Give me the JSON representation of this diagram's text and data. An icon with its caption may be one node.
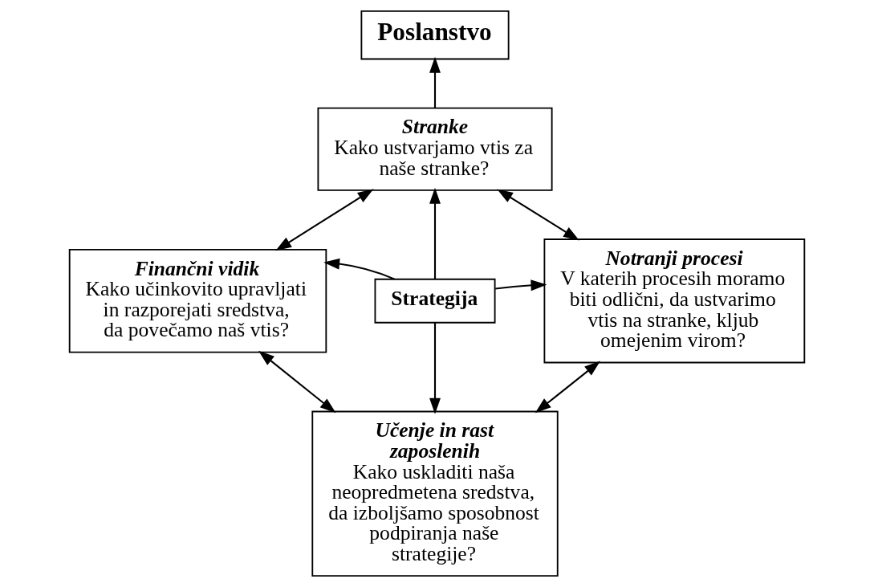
{
  "diagram": {
    "nodes": [
      {
        "text": [
          "Poslanstvo"
        ]
      },
      {
        "text": [
          "Stranke",
          "Kako ustvarjamo vtis za naše stranke?"
        ]
      },
      {
        "text": [
          "Finančni vidik",
          "Kako učinkovito upravljati in razporejati sredstva, da povečamo naš vtis?"
        ]
      },
      {
        "text": [
          "Strategija"
        ]
      },
      {
        "text": [
          "Notranji procesi",
          "V katerih procesih moramo biti odlični, da ustvarimo vtis na stranke, kljub omejenim virom?"
        ]
      },
      {
        "text": [
          "Učenje in rast zaposlenih",
          "Kako uskladiti naša neopredmetena sredstva, da izboljšamo sposobnost podpiranja naše strategije?"
        ]
      }
    ],
    "edges": [
      {
        "from": 1,
        "to": 0,
        "arrow": "to"
      },
      {
        "from": 3,
        "to": 1,
        "arrow": "to"
      },
      {
        "from": 3,
        "to": 2,
        "arrow": "to"
      },
      {
        "from": 3,
        "to": 4,
        "arrow": "to"
      },
      {
        "from": 3,
        "to": 5,
        "arrow": "to"
      },
      {
        "from": 1,
        "to": 2,
        "arrow": "both"
      },
      {
        "from": 1,
        "to": 4,
        "arrow": "both"
      },
      {
        "from": 2,
        "to": 5,
        "arrow": "both"
      },
      {
        "from": 4,
        "to": 5,
        "arrow": "both"
      }
    ]
  }
}
